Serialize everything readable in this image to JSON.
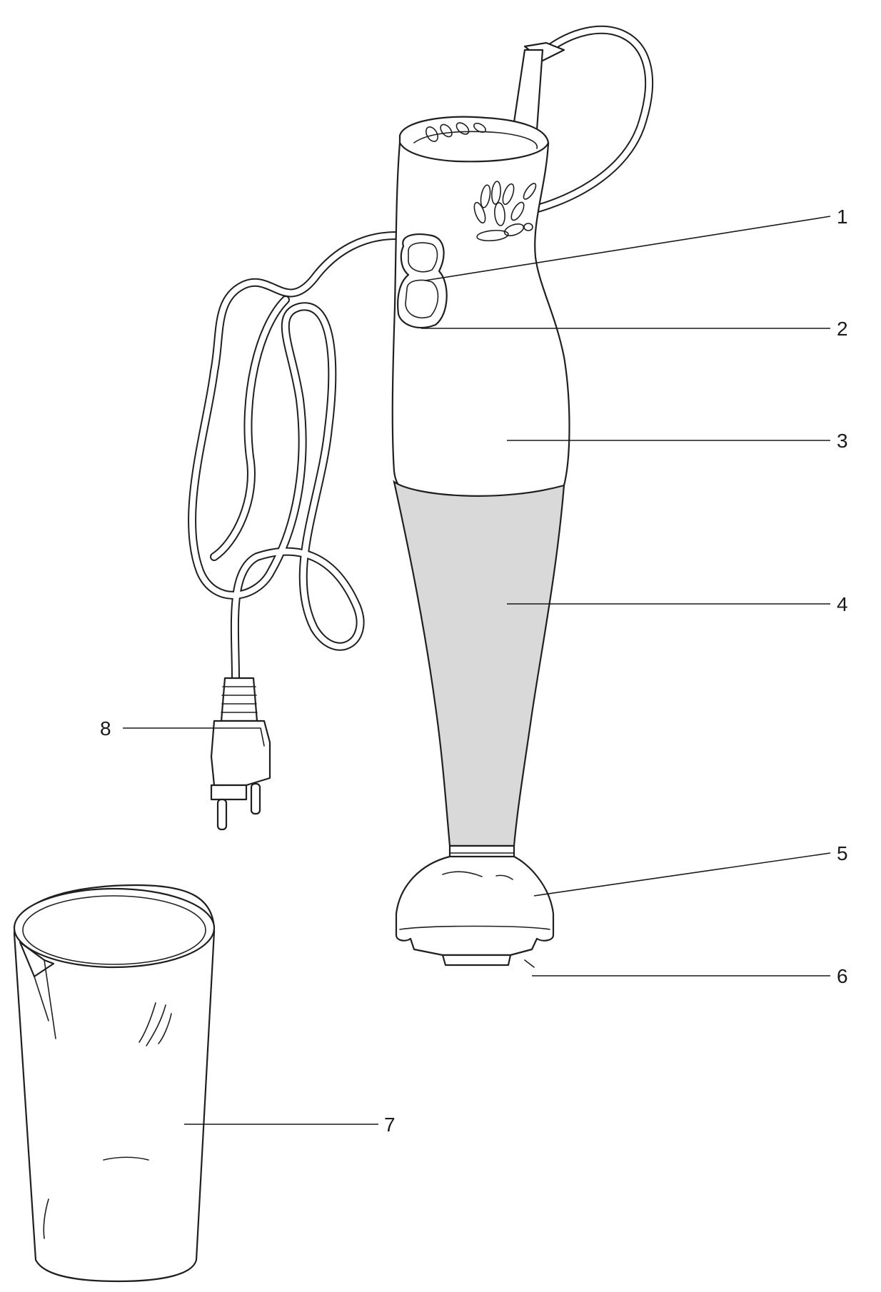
{
  "callouts": [
    {
      "id": "1",
      "label": "1"
    },
    {
      "id": "2",
      "label": "2"
    },
    {
      "id": "3",
      "label": "3"
    },
    {
      "id": "4",
      "label": "4"
    },
    {
      "id": "5",
      "label": "5"
    },
    {
      "id": "6",
      "label": "6"
    },
    {
      "id": "7",
      "label": "7"
    },
    {
      "id": "8",
      "label": "8"
    }
  ],
  "colors": {
    "line": "#1f1f1f",
    "shaft_fill": "#d9d9d9",
    "background": "#ffffff"
  }
}
